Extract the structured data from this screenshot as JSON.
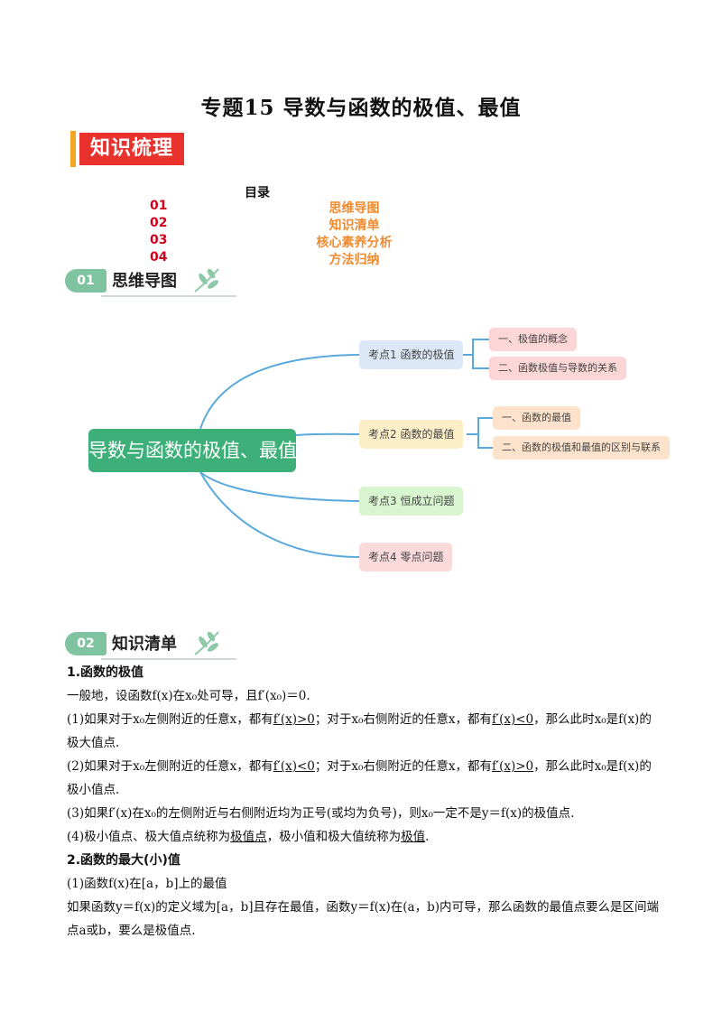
{
  "title": "专题15  导数与函数的极值、最值",
  "banner": "知识梳理",
  "toc": {
    "heading": "目录",
    "items": [
      {
        "num": "01",
        "label": "思维导图"
      },
      {
        "num": "02",
        "label": "知识清单"
      },
      {
        "num": "03",
        "label": "核心素养分析"
      },
      {
        "num": "04",
        "label": "方法归纳"
      }
    ]
  },
  "sections": [
    {
      "num": "01",
      "title": "思维导图"
    },
    {
      "num": "02",
      "title": "知识清单"
    }
  ],
  "mindmap": {
    "root": "导数与函数的极值、最值",
    "branches": [
      {
        "label": "考点1 函数的极值",
        "children": [
          "一、极值的概念",
          "二、函数极值与导数的关系"
        ]
      },
      {
        "label": "考点2  函数的最值",
        "children": [
          "一、函数的最值",
          "二、函数的极值和最值的区别与联系"
        ]
      },
      {
        "label": "考点3 恒成立问题",
        "children": []
      },
      {
        "label": "考点4 零点问题",
        "children": []
      }
    ],
    "colors": {
      "root": "#3db07a",
      "k1": "#dce8f7",
      "k2": "#fcefc7",
      "k3": "#d9f5cf",
      "k4": "#fbdadb",
      "s1": "#fbd6d6",
      "s2": "#fde3cc",
      "line": "#5aa9dc"
    }
  },
  "content": {
    "h1": "1.函数的极值",
    "p1": "一般地，设函数f(x)在x₀处可导，且f′(x₀)＝0.",
    "p2a": "(1)如果对于x₀左侧附近的任意x，都有",
    "p2u1": "f′(x)>0",
    "p2b": "；对于x₀右侧附近的任意x，都有",
    "p2u2": "f′(x)<0",
    "p2c": "，那么此时x₀是f(x)的极大值点.",
    "p3a": "(2)如果对于x₀左侧附近的任意x，都有",
    "p3u1": "f′(x)<0",
    "p3b": "；对于x₀右侧附近的任意x，都有",
    "p3u2": "f′(x)>0",
    "p3c": "，那么此时x₀是f(x)的极小值点.",
    "p4": "(3)如果f′(x)在x₀的左侧附近与右侧附近均为正号(或均为负号)，则x₀一定不是y＝f(x)的极值点.",
    "p5a": "(4)极小值点、极大值点统称为",
    "p5u1": "极值点",
    "p5b": "，极小值和极大值统称为",
    "p5u2": "极值",
    "p5c": ".",
    "h2": "2.函数的最大(小)值",
    "p6": "(1)函数f(x)在[a，b]上的最值",
    "p7": "如果函数y＝f(x)的定义域为[a，b]且存在最值，函数y＝f(x)在(a，b)内可导，那么函数的最值点要么是区间端点a或b，要么是极值点."
  }
}
